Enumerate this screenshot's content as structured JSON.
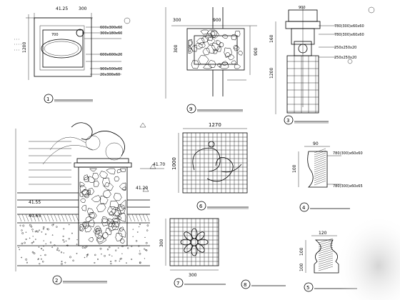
{
  "drawing": {
    "detail_labels": {
      "d1": "1",
      "d2": "2",
      "d3": "3",
      "d4": "4",
      "d5": "5",
      "d6": "6",
      "d7": "7",
      "d8": "8",
      "d9": "9"
    },
    "dims": {
      "p1_top_a": "41.25",
      "p1_top_b": "300",
      "p1_left": "1200",
      "p1_mid": "700",
      "p9_top_a": "300",
      "p9_top_b": "900",
      "p9_right": "900",
      "p9_left": "300",
      "p3_top": "900",
      "p3_left_a": "1200",
      "p3_left_b": "160",
      "p6_top": "1270",
      "p6_left": "1000",
      "p7_bottom": "300",
      "p7_left": "300",
      "p4_top": "90",
      "p4_left": "100",
      "p5_top": "120",
      "p5_left_a": "100",
      "p5_left_b": "100",
      "elev_a": "41.70",
      "elev_b": "41.20",
      "elev_c": "41.55",
      "elev_d": "40.65"
    },
    "notes_p1": [
      "600x300x60",
      "300x180x60",
      "600x600x20",
      "900x500x60",
      "20x300x60"
    ],
    "notes_p3": [
      "780(300)x60x60",
      "780(300)x60x60",
      "250x250x20",
      "250x250x20"
    ],
    "notes_p4": [
      "780(300)x60x60",
      "780(300)x60x65"
    ],
    "colors": {
      "ink": "#000000",
      "paper": "#ffffff",
      "shadow": "#d9d9d9"
    }
  }
}
